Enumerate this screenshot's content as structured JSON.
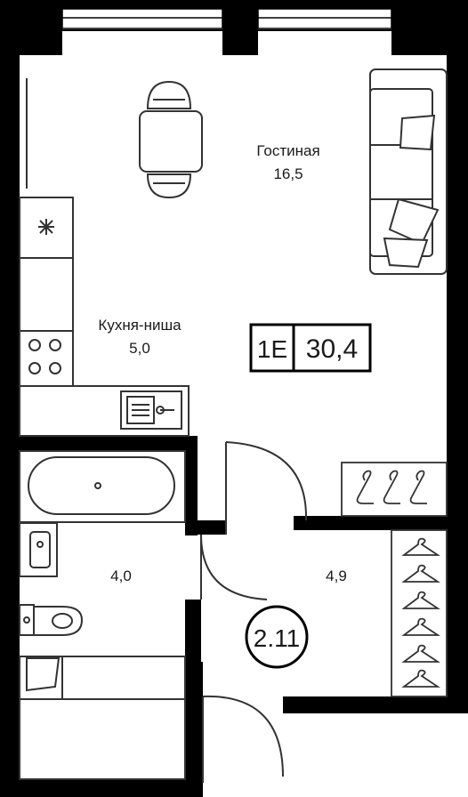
{
  "apartment": {
    "type_label": "1E",
    "total_area": "30,4",
    "number": "2.11"
  },
  "rooms": {
    "living": {
      "name": "Гостиная",
      "area": "16,5"
    },
    "kitchen": {
      "name": "Кухня-ниша",
      "area": "5,0"
    },
    "bathroom": {
      "area": "4,0"
    },
    "hall": {
      "area": "4,9"
    }
  },
  "colors": {
    "wall": "#000000",
    "furniture_stroke": "#333333",
    "background": "#ffffff"
  }
}
